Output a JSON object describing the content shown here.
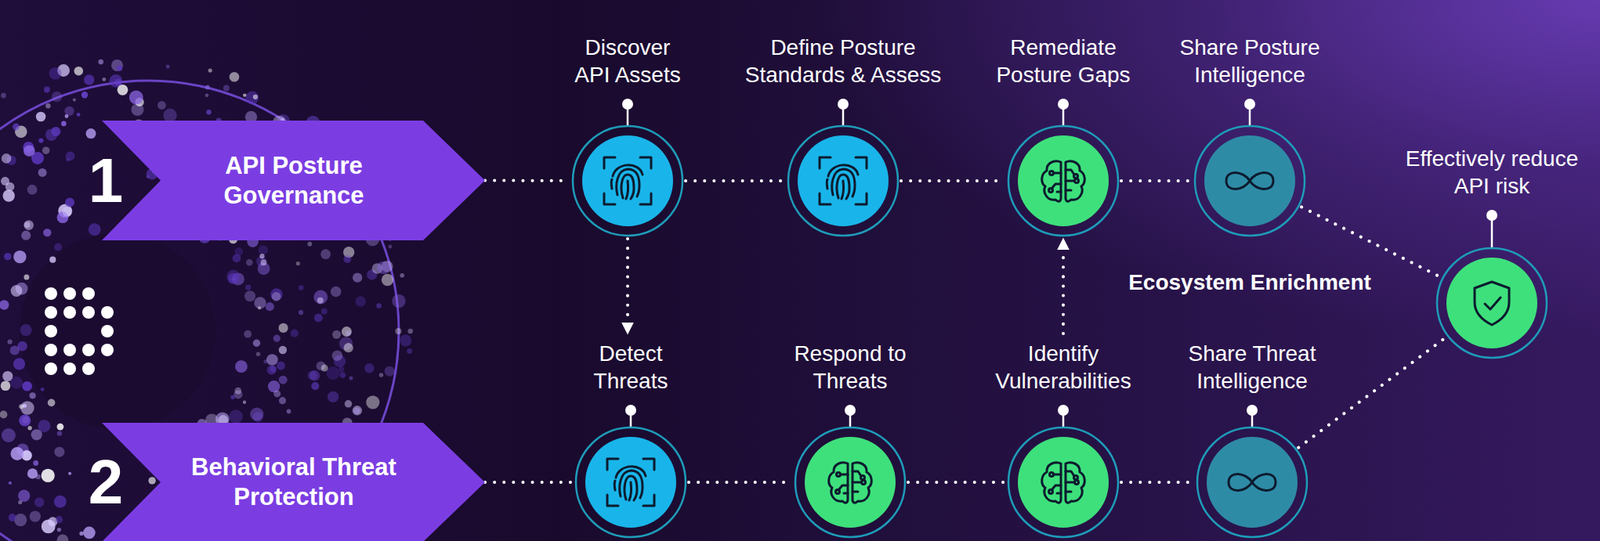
{
  "diagram": {
    "nodes": [
      {
        "text": [
          "1",
          "API Posture Governance"
        ]
      },
      {
        "text": [
          "Discover API Assets"
        ]
      },
      {
        "text": [
          "Define Posture Standards & Assess"
        ]
      },
      {
        "text": [
          "Remediate Posture Gaps"
        ]
      },
      {
        "text": [
          "Share Posture Intelligence"
        ]
      },
      {
        "text": [
          "Effectively reduce API risk"
        ]
      },
      {
        "text": [
          "2",
          "Behavioral Threat Protection"
        ]
      },
      {
        "text": [
          "Detect Threats"
        ]
      },
      {
        "text": [
          "Respond to Threats"
        ]
      },
      {
        "text": [
          "Identify Vulnerabilities"
        ]
      },
      {
        "text": [
          "Share Threat Intelligence"
        ]
      }
    ],
    "edges": [
      {
        "from": 0,
        "to": 1,
        "arrow": "none"
      },
      {
        "from": 1,
        "to": 2,
        "arrow": "none"
      },
      {
        "from": 2,
        "to": 3,
        "arrow": "none"
      },
      {
        "from": 3,
        "to": 4,
        "arrow": "none"
      },
      {
        "from": 4,
        "to": 5,
        "arrow": "none"
      },
      {
        "from": 1,
        "to": 7,
        "arrow": "to"
      },
      {
        "from": 9,
        "to": 3,
        "arrow": "to"
      },
      {
        "from": 6,
        "to": 7,
        "arrow": "none"
      },
      {
        "from": 7,
        "to": 8,
        "arrow": "none"
      },
      {
        "from": 8,
        "to": 9,
        "arrow": "none"
      },
      {
        "from": 9,
        "to": 10,
        "arrow": "none"
      },
      {
        "from": 10,
        "to": 5,
        "arrow": "none"
      }
    ],
    "labels": [
      "Ecosystem Enrichment"
    ]
  }
}
